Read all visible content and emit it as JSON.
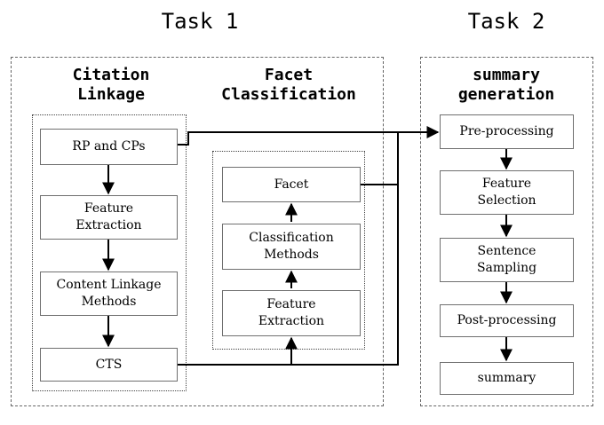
{
  "task1": {
    "title": "Task 1",
    "citation_linkage": {
      "title": "Citation\nLinkage",
      "boxes": [
        "RP and CPs",
        "Feature\nExtraction",
        "Content Linkage\nMethods",
        "CTS"
      ]
    },
    "facet_classification": {
      "title": "Facet\nClassification",
      "boxes": [
        "Facet",
        "Classification\nMethods",
        "Feature\nExtraction"
      ]
    }
  },
  "task2": {
    "title": "Task 2",
    "summary_generation": {
      "title": "summary\ngeneration",
      "boxes": [
        "Pre-processing",
        "Feature\nSelection",
        "Sentence\nSampling",
        "Post-processing",
        "summary"
      ]
    }
  }
}
